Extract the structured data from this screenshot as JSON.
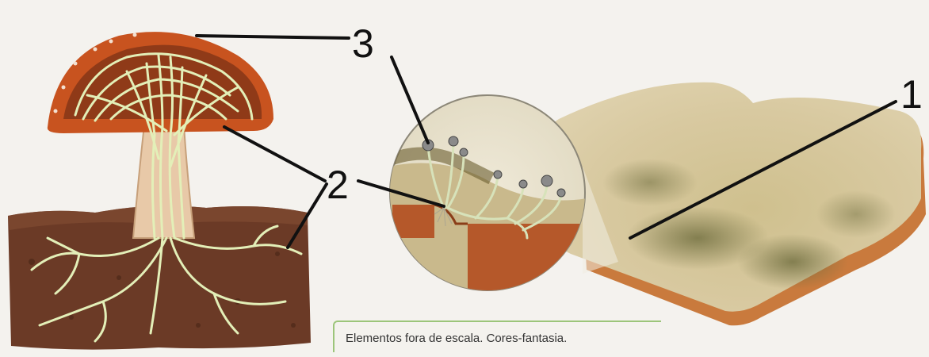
{
  "labels": {
    "one": "1",
    "two": "2",
    "three": "3"
  },
  "caption": "Elementos fora de escala. Cores-fantasia.",
  "colors": {
    "background": "#f4f2ee",
    "soil": "#6b3a26",
    "cap": "#c8531f",
    "hyphae": "#e3efb8",
    "bread_crust": "#c97a3d",
    "bread_crumb": "#d6c39a",
    "mold": "#7d7a4a",
    "caption_border": "#9cc57a"
  }
}
